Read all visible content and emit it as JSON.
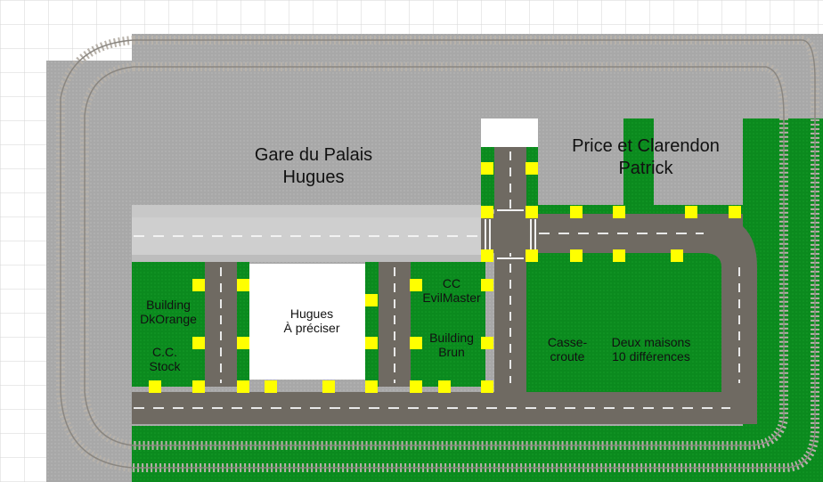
{
  "labels": {
    "gare": {
      "line1": "Gare du Palais",
      "line2": "Hugues"
    },
    "price": {
      "line1": "Price et Clarendon",
      "line2": "Patrick"
    },
    "hugues_lot": {
      "line1": "Hugues",
      "line2": "À préciser"
    },
    "dkorange": {
      "line1": "Building",
      "line2": "DkOrange"
    },
    "cc_stock": {
      "line1": "C.C.",
      "line2": "Stock"
    },
    "evilmaster": {
      "line1": "CC",
      "line2": "EvilMaster"
    },
    "brun": {
      "line1": "Building",
      "line2": "Brun"
    },
    "casse": {
      "line1": "Casse-",
      "line2": "croute"
    },
    "maisons": {
      "line1": "Deux maisons",
      "line2": "10 différences"
    }
  },
  "colors": {
    "grid_line": "#d6d6d6",
    "baseplate_gray": "#a8a8a8",
    "road": "#6f6a62",
    "road_dash": "#e8e8e8",
    "sidewalk": "#c8c8c8",
    "green": "#0b8a1e",
    "light_green": "#20a030",
    "yellow_marker": "#ffff00",
    "rail": "#8a8680",
    "tie": "#b8b2aa",
    "white_lot": "#ffffff",
    "text": "#111111"
  }
}
